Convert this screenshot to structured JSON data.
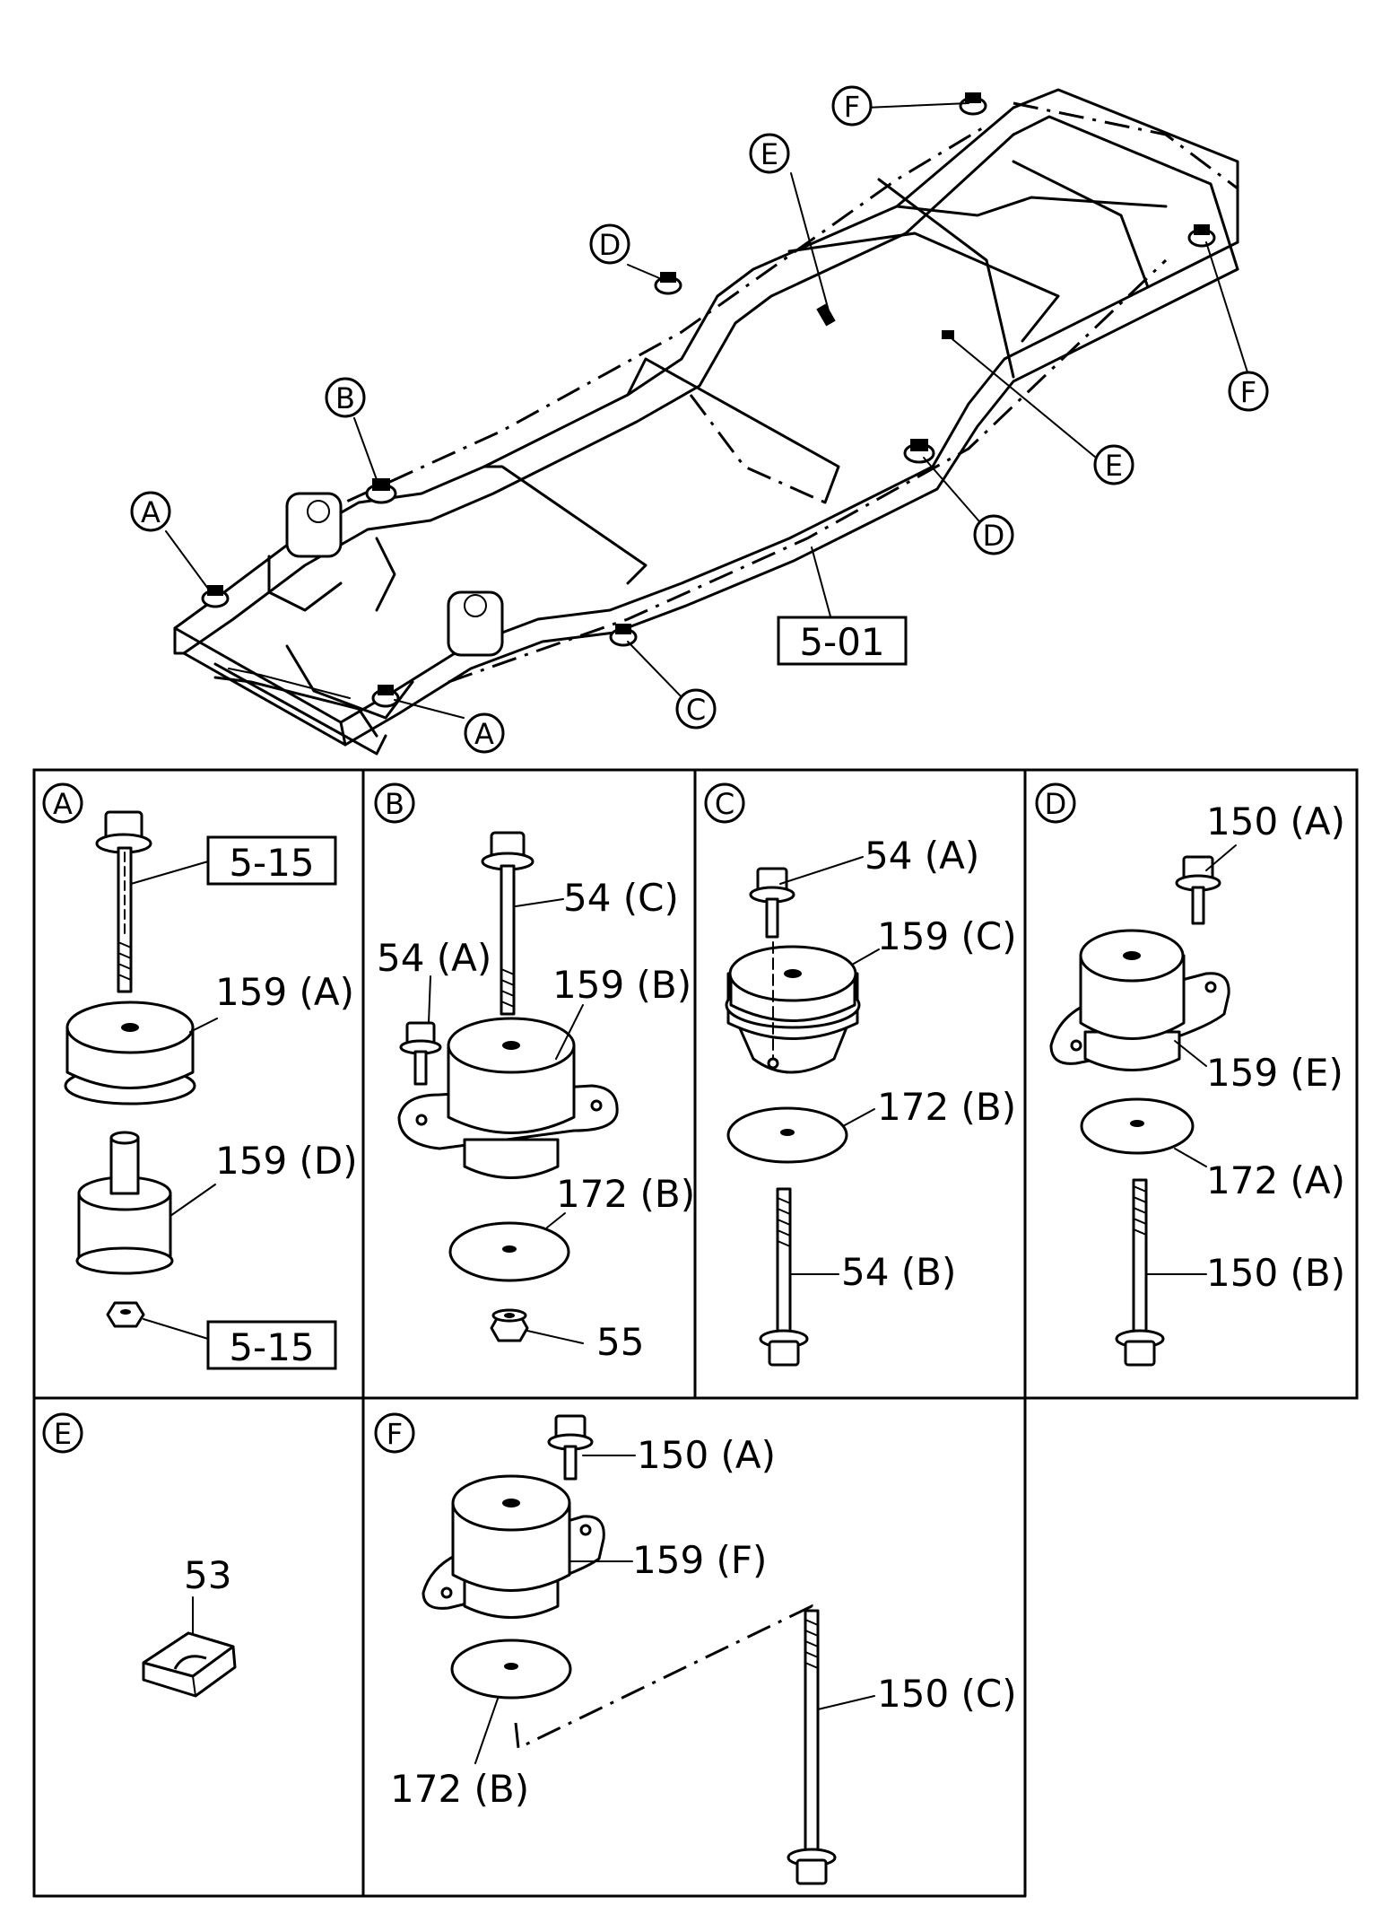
{
  "frame_callouts": {
    "A1": "A",
    "A2": "A",
    "B": "B",
    "C": "C",
    "D1": "D",
    "D2": "D",
    "E1": "E",
    "E2": "E",
    "F1": "F",
    "F2": "F",
    "frame_ref": "5-01"
  },
  "panels": {
    "A": {
      "letter": "A",
      "ref_top": "5-15",
      "ref_bottom": "5-15",
      "upper_mount": "159 (A)",
      "lower_mount": "159 (D)"
    },
    "B": {
      "letter": "B",
      "bolt_long": "54 (C)",
      "bolt_short": "54 (A)",
      "mount": "159 (B)",
      "washer": "172 (B)",
      "nut": "55"
    },
    "C": {
      "letter": "C",
      "bolt_top": "54 (A)",
      "mount": "159 (C)",
      "washer": "172 (B)",
      "bolt_bottom": "54 (B)"
    },
    "D": {
      "letter": "D",
      "bolt_top": "150 (A)",
      "mount": "159 (E)",
      "washer": "172 (A)",
      "bolt_bottom": "150 (B)"
    },
    "E": {
      "letter": "E",
      "bracket": "53"
    },
    "F": {
      "letter": "F",
      "bolt_top": "150 (A)",
      "mount": "159 (F)",
      "bolt_long": "150 (C)",
      "washer": "172 (B)"
    }
  }
}
